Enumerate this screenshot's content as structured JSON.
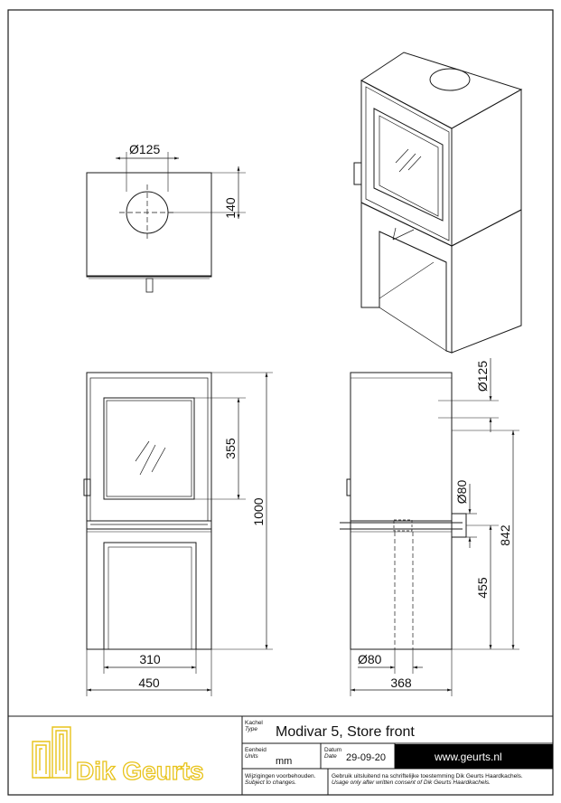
{
  "colors": {
    "line": "#1a1a1a",
    "brand": "#e8c31b",
    "url_bg": "#000000"
  },
  "dimensions": {
    "top_view": {
      "flue_diameter": "Ø125",
      "flue_offset": "140"
    },
    "front_view": {
      "window_height": "355",
      "total_height": "1000",
      "base_opening_width": "310",
      "total_width": "450"
    },
    "side_view": {
      "flue_diameter": "Ø125",
      "air_inlet_diameter": "Ø80",
      "bottom_inlet_diameter": "Ø80",
      "inlet_height": "455",
      "flue_height": "842",
      "depth": "368"
    }
  },
  "title_block": {
    "type_label": "Kachel",
    "type_label_en": "Type",
    "title": "Modivar 5, Store front",
    "units_label": "Eenheid",
    "units_label_en": "Units",
    "units_value": "mm",
    "date_label": "Datum",
    "date_label_en": "Date",
    "date_value": "29-09-20",
    "url": "www.geurts.nl",
    "changes_nl": "Wijzigingen voorbehouden.",
    "changes_en": "Subject to changes.",
    "usage_nl": "Gebruik uitsluitend na schriftelijke toestemming Dik Geurts Haardkachels.",
    "usage_en": "Usage only after written consent of Dik Geurts Haardkachels.",
    "brand_name": "Dik Geurts"
  }
}
